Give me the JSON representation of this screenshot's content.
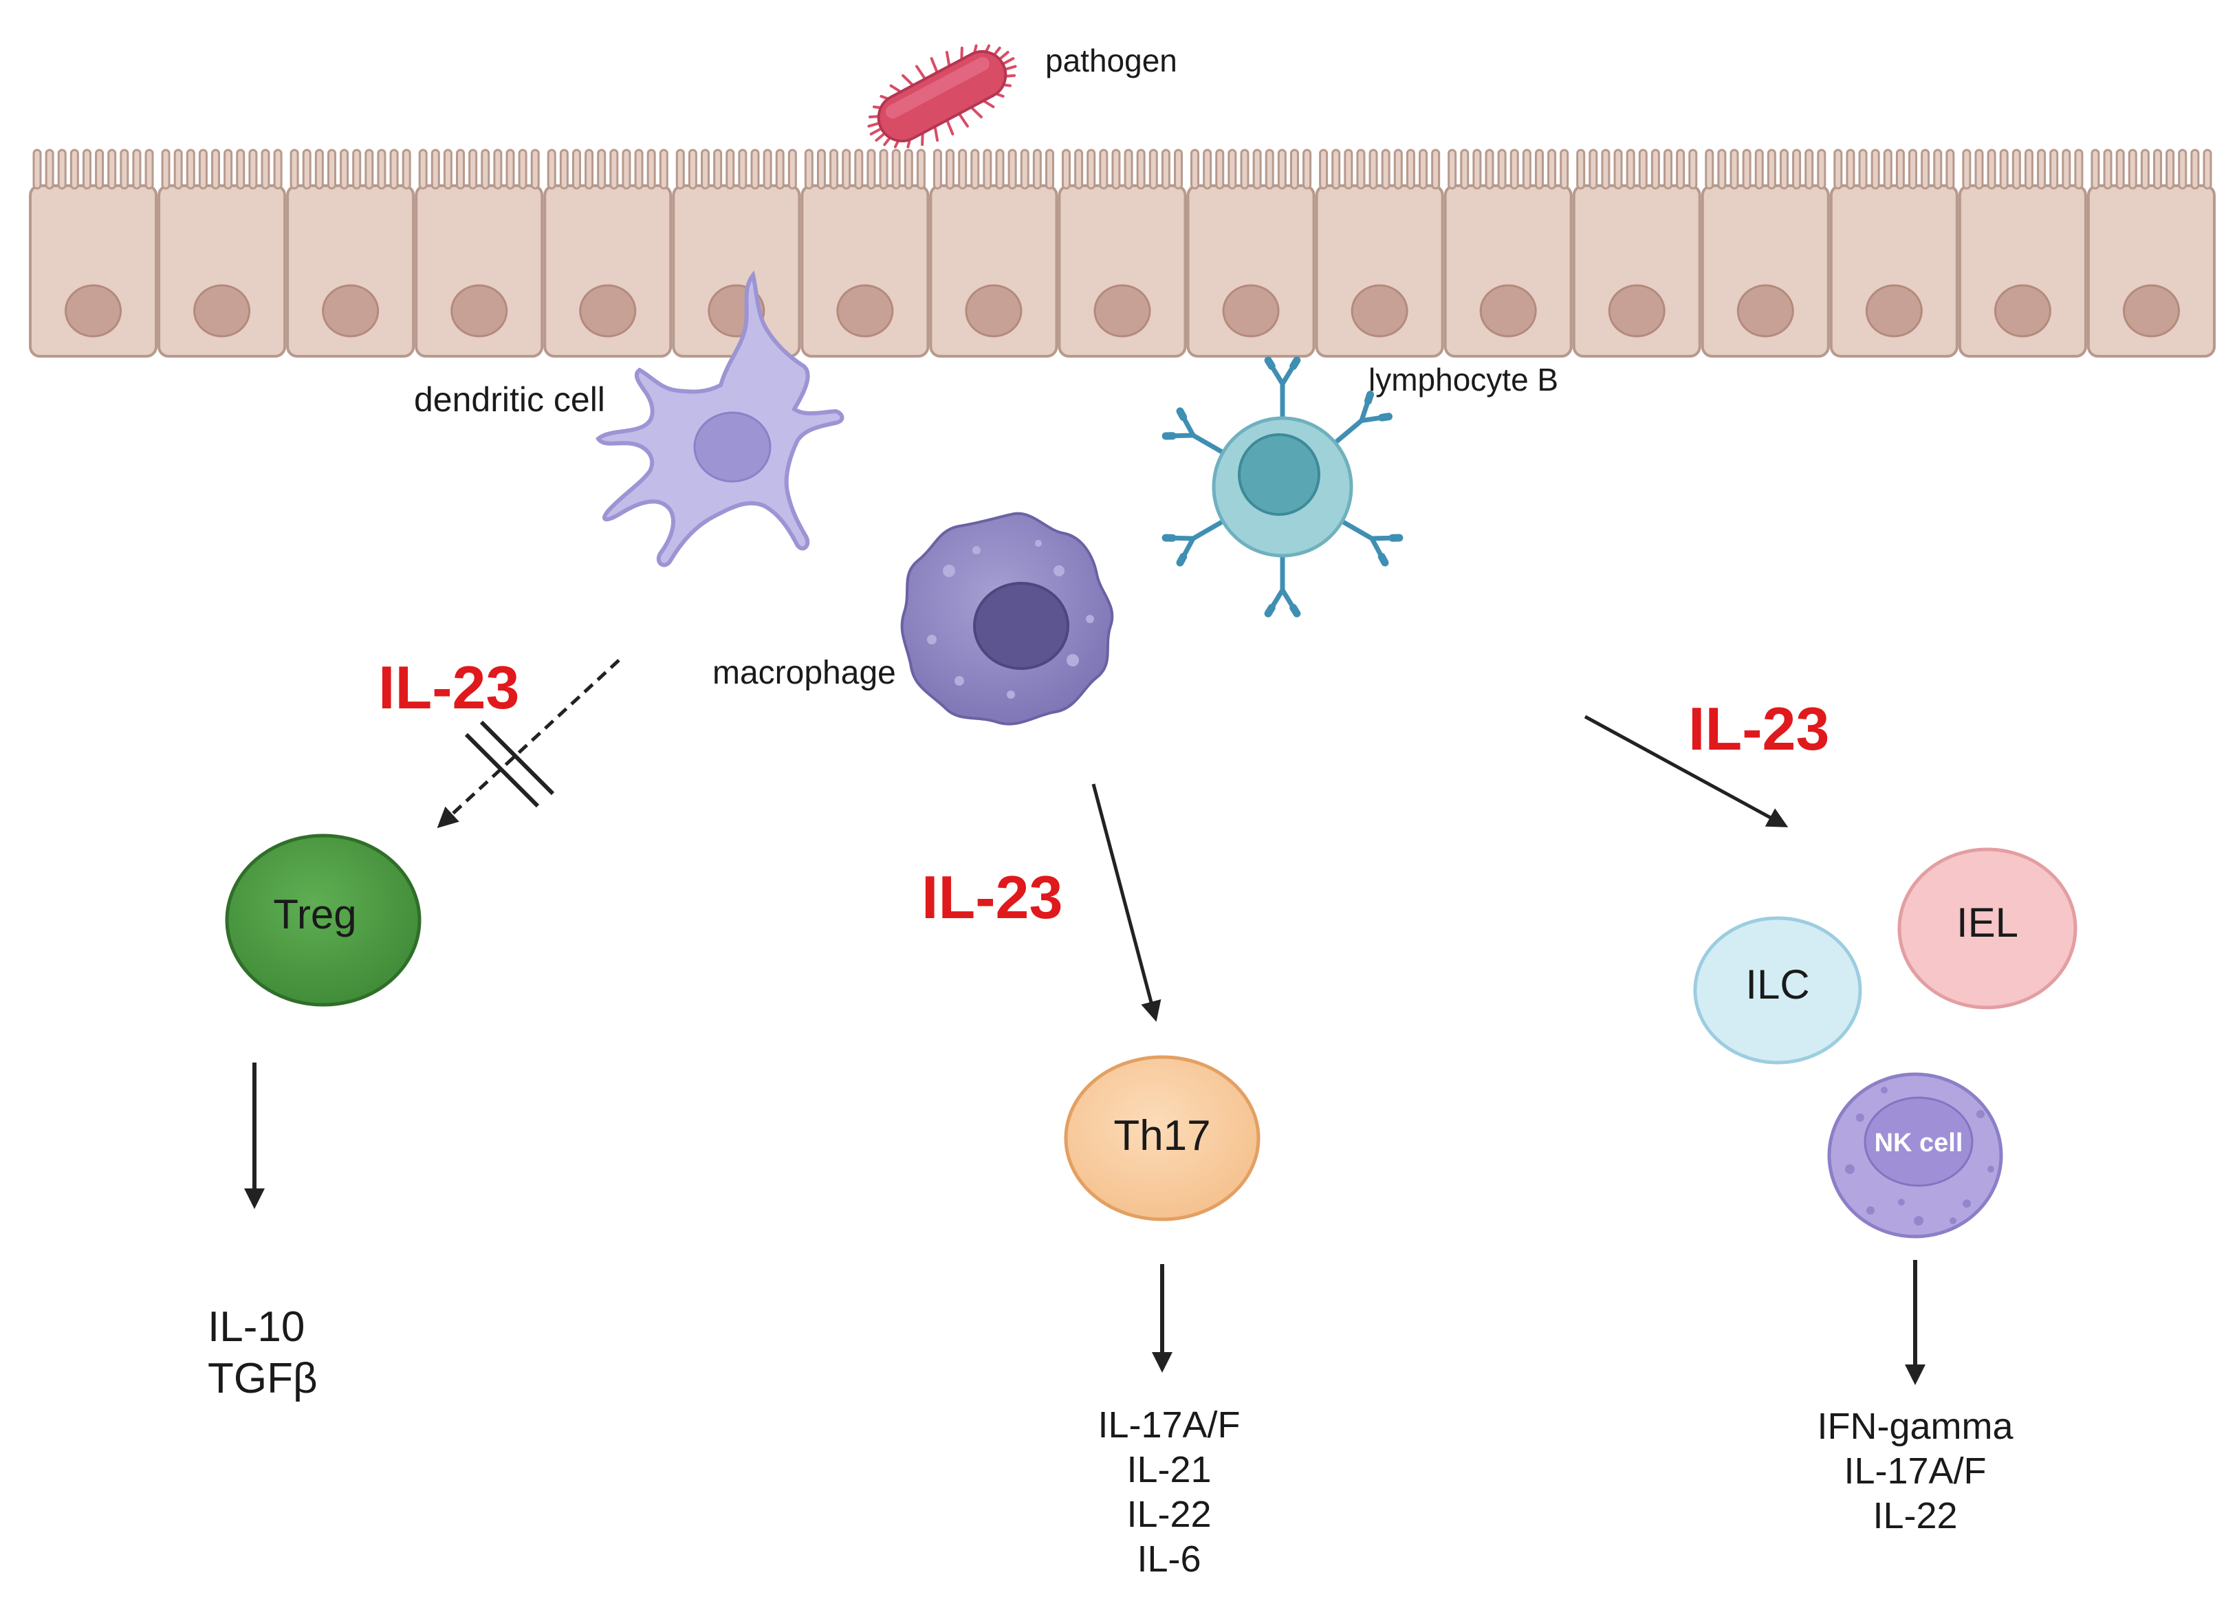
{
  "labels": {
    "pathogen": "pathogen",
    "dendritic_cell": "dendritic cell",
    "lymphocyte_b": "lymphocyte B",
    "macrophage": "macrophage"
  },
  "il23": {
    "left": "IL-23",
    "center": "IL-23",
    "right": "IL-23"
  },
  "cells": {
    "treg": "Treg",
    "th17": "Th17",
    "ilc": "ILC",
    "iel": "IEL",
    "nk": "NK cell"
  },
  "outputs": {
    "treg": [
      "IL-10",
      "TGFβ"
    ],
    "th17": [
      "IL-17A/F",
      "IL-21",
      "IL-22",
      "IL-6"
    ],
    "innate": [
      "IFN-gamma",
      "IL-17A/F",
      "IL-22"
    ]
  },
  "colors": {
    "il23": "#e0191c",
    "epithelium": "#e6cfc4",
    "epithelium_stroke": "#b79a8d",
    "nucleus": "#c7a195",
    "pathogen": "#d94c66",
    "dendritic": "#c2bce9",
    "macrophage": "#8f87c2",
    "lymphocyte": "#9fd1d9",
    "antibody": "#3f8fb3",
    "treg": "#4d9a43",
    "th17": "#f9cfa3",
    "ilc": "#d4edf5",
    "iel": "#f6c6c8",
    "nk": "#b3a6e0"
  }
}
